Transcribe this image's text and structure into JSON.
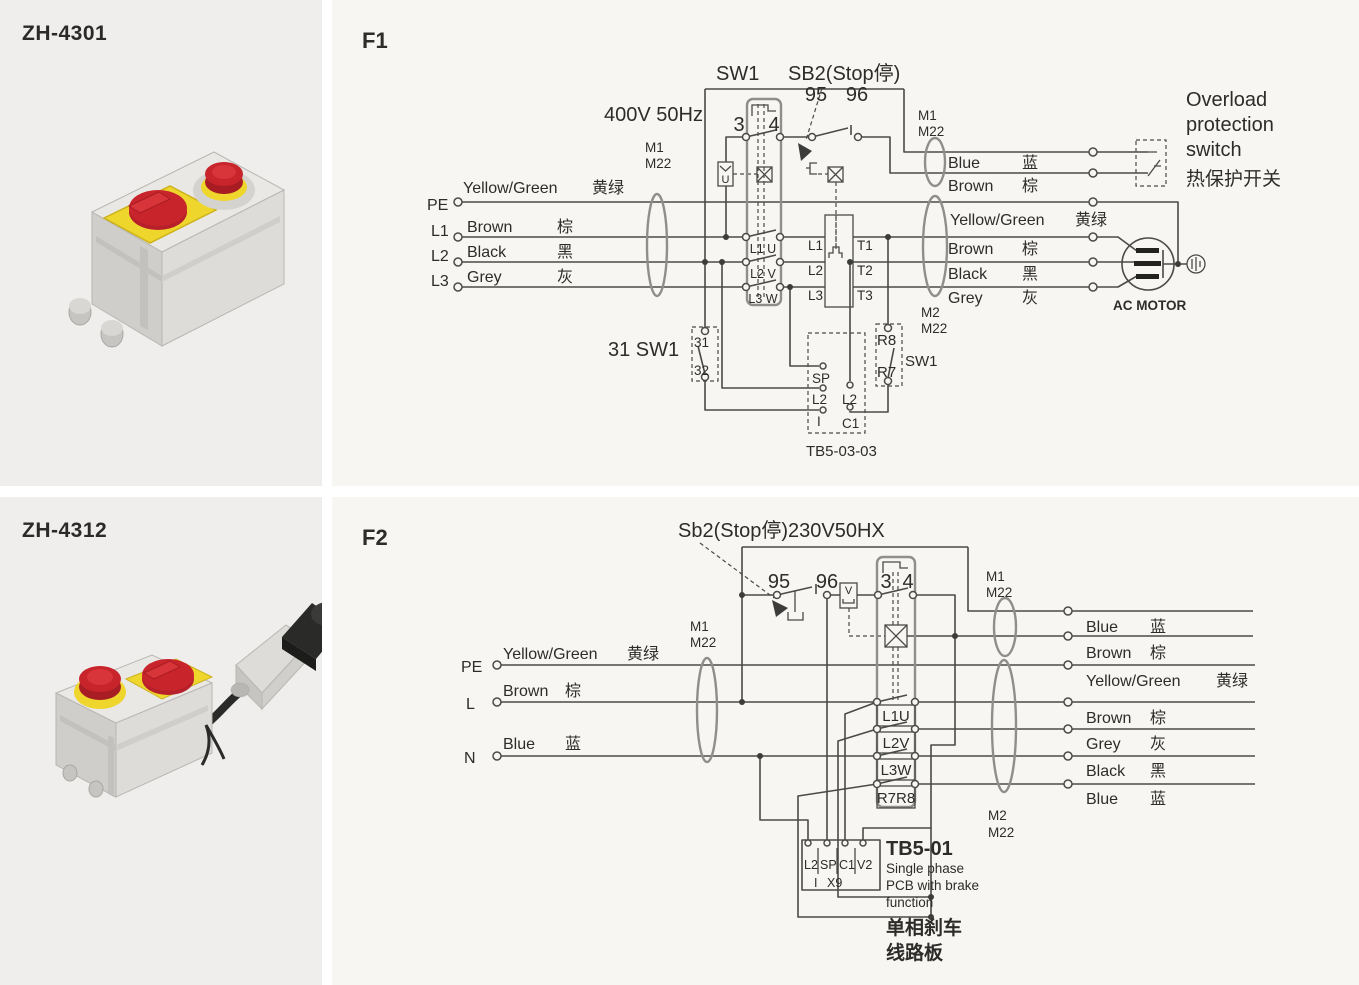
{
  "page": {
    "bg": "#ffffff",
    "panel_left_bg": "#efeeec",
    "panel_right_bg": "#f7f6f3",
    "wire_color": "#4a4a48",
    "grey_outline_color": "#8f8e8c",
    "accent_red": "#c8242b",
    "accent_yellow": "#eed62d"
  },
  "product1": {
    "model": "ZH-4301"
  },
  "product2": {
    "model": "ZH-4312"
  },
  "f1": {
    "title": "F1",
    "voltage": "400V 50Hz",
    "sw1_label": "SW1",
    "sb2_label": "SB2(Stop停)",
    "contact_3": "3",
    "contact_4": "4",
    "contact_95": "95",
    "contact_96": "96",
    "u_symbol": "U",
    "gland_left": [
      "M1",
      "M22"
    ],
    "gland_right_top": [
      "M1",
      "M22"
    ],
    "gland_right_bottom": [
      "M2",
      "M22"
    ],
    "inputs": [
      {
        "id": "PE",
        "color_en": "Yellow/Green",
        "color_zh": "黄绿"
      },
      {
        "id": "L1",
        "color_en": "Brown",
        "color_zh": "棕"
      },
      {
        "id": "L2",
        "color_en": "Black",
        "color_zh": "黑"
      },
      {
        "id": "L3",
        "color_en": "Grey",
        "color_zh": "灰"
      }
    ],
    "poles": [
      "L1 U",
      "L2 V",
      "L3 W"
    ],
    "relay_left": [
      "L1",
      "L2",
      "L3"
    ],
    "relay_right": [
      "T1",
      "T2",
      "T3"
    ],
    "outputs_top": [
      {
        "color_en": "Blue",
        "color_zh": "蓝"
      },
      {
        "color_en": "Brown",
        "color_zh": "棕"
      }
    ],
    "outputs_motor": [
      {
        "color_en": "Yellow/Green",
        "color_zh": "黄绿"
      },
      {
        "color_en": "Brown",
        "color_zh": "棕"
      },
      {
        "color_en": "Black",
        "color_zh": "黑"
      },
      {
        "color_en": "Grey",
        "color_zh": "灰"
      }
    ],
    "overload": {
      "l1": "Overload",
      "l2": "protection",
      "l3": "switch",
      "zh": "热保护开关"
    },
    "motor_label": "AC MOTOR",
    "aux_label": "31  SW1",
    "aux_contacts": [
      "31",
      "32"
    ],
    "brake_board": {
      "name": "TB5-03-03",
      "terms_col1": [
        "SP",
        "L2",
        "I"
      ],
      "terms_col2": [
        "L2",
        "C1"
      ]
    },
    "r_contacts": [
      "R8",
      "R7"
    ],
    "r_sw_label": "SW1"
  },
  "f2": {
    "title": "F2",
    "sb2_label": "Sb2(Stop停)",
    "voltage": "230V50HX",
    "contact_95": "95",
    "contact_96": "96",
    "contact_3": "3",
    "contact_4": "4",
    "v_symbol": "V",
    "gland_left": [
      "M1",
      "M22"
    ],
    "gland_right_top": [
      "M1",
      "M22"
    ],
    "gland_right_bottom": [
      "M2",
      "M22"
    ],
    "inputs": [
      {
        "id": "PE",
        "color_en": "Yellow/Green",
        "color_zh": "黄绿"
      },
      {
        "id": "L",
        "color_en": "Brown",
        "color_zh": "棕"
      },
      {
        "id": "N",
        "color_en": "Blue",
        "color_zh": "蓝"
      }
    ],
    "poles": [
      "L1U",
      "L2V",
      "L3W",
      "R7R8"
    ],
    "outputs": [
      {
        "color_en": "Blue",
        "color_zh": "蓝"
      },
      {
        "color_en": "Brown",
        "color_zh": "棕"
      },
      {
        "color_en": "Yellow/Green",
        "color_zh": "黄绿"
      },
      {
        "color_en": "Brown",
        "color_zh": "棕"
      },
      {
        "color_en": "Grey",
        "color_zh": "灰"
      },
      {
        "color_en": "Black",
        "color_zh": "黑"
      },
      {
        "color_en": "Blue",
        "color_zh": "蓝"
      }
    ],
    "pcb": {
      "name": "TB5-01",
      "terms": [
        "L2",
        "SP",
        "C1",
        "V2"
      ],
      "terms2": [
        "I",
        "X9"
      ],
      "desc": [
        "Single phase",
        "PCB with brake",
        "function"
      ],
      "desc_zh": [
        "单相刹车",
        "线路板"
      ]
    }
  }
}
